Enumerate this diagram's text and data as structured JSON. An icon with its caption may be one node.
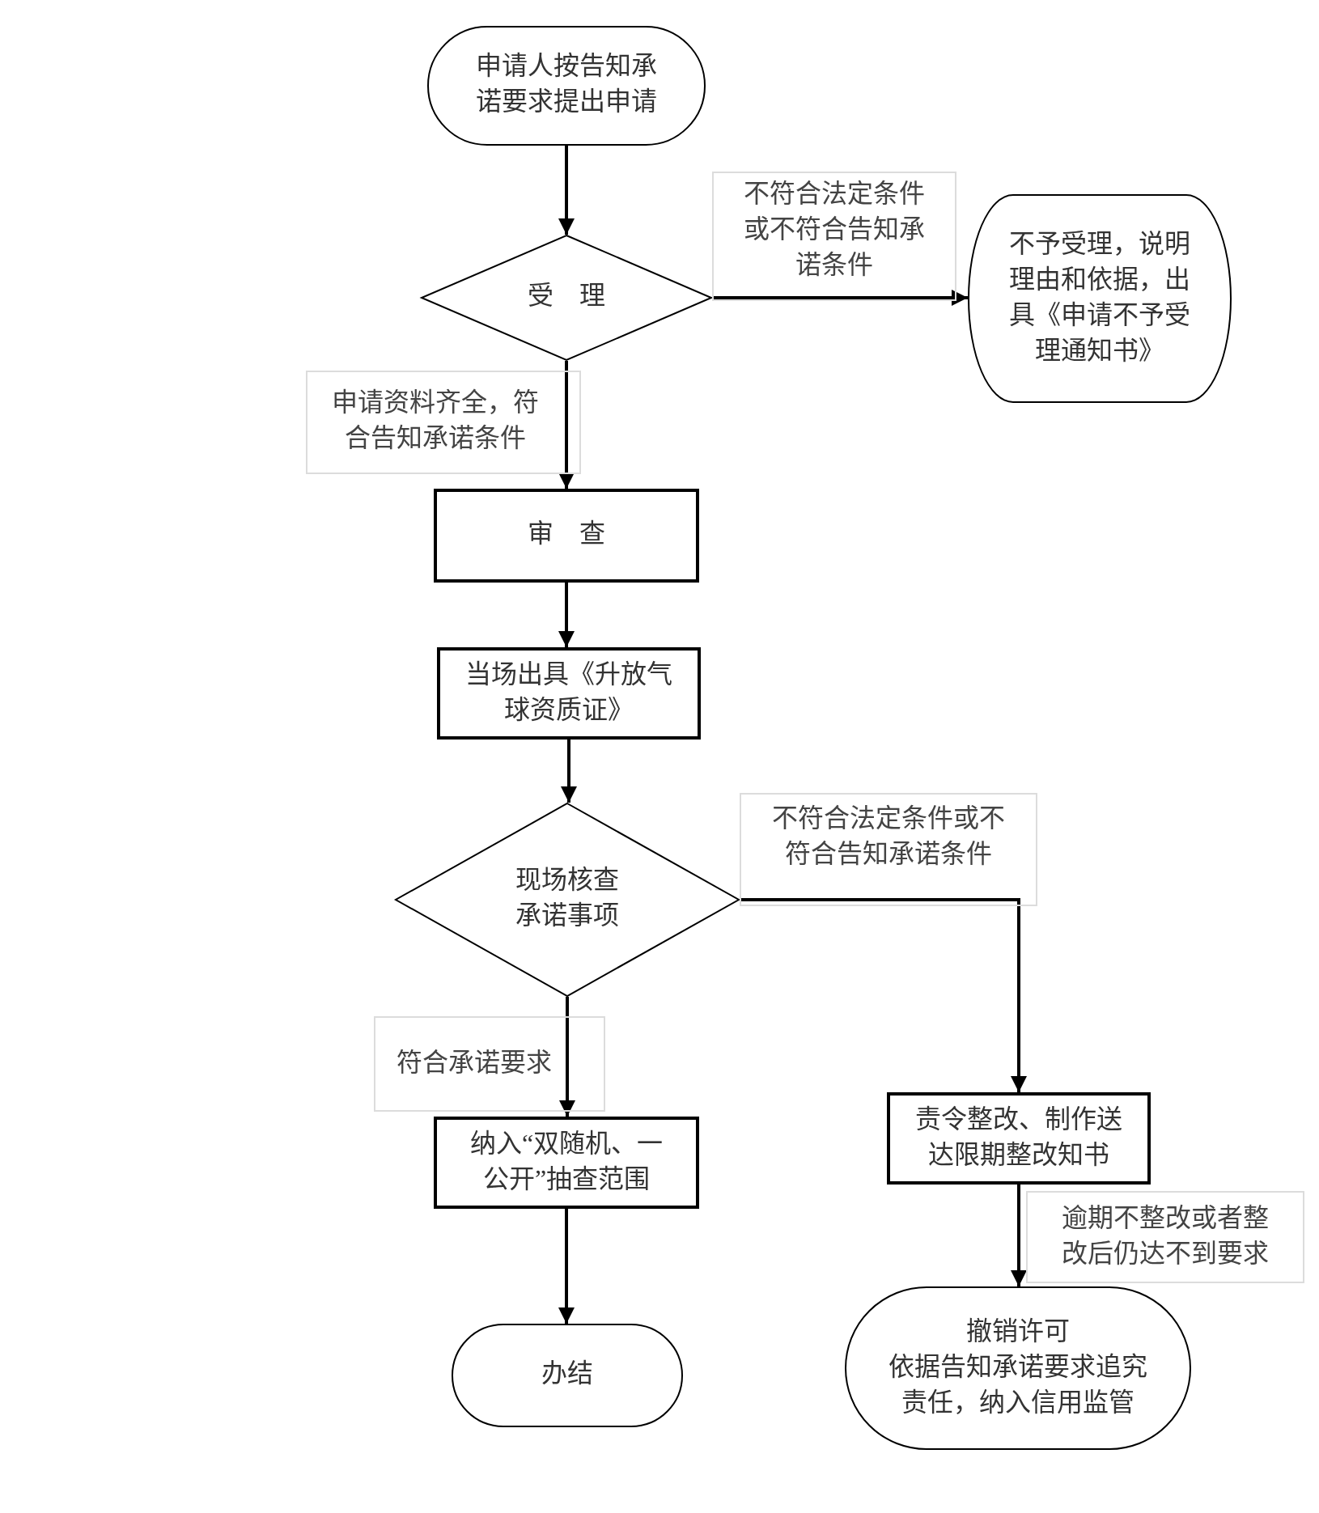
{
  "diagram": {
    "nodes": [
      {
        "text": [
          "申请人按告知承诺要求提出申请"
        ]
      },
      {
        "text": [
          "受　理"
        ]
      },
      {
        "text": [
          "不予受理，说明理由和依据，出具《申请不予受理通知书》"
        ]
      },
      {
        "text": [
          "审　查"
        ]
      },
      {
        "text": [
          "当场出具《升放气球资质证》"
        ]
      },
      {
        "text": [
          "现场核查承诺事项"
        ]
      },
      {
        "text": [
          "纳入“双随机、一公开”抽查范围"
        ]
      },
      {
        "text": [
          "办结"
        ]
      },
      {
        "text": [
          "责令整改、制作送达限期整改知书"
        ]
      },
      {
        "text": [
          "撤销许可",
          "依据告知承诺要求追究责任，纳入信用监管"
        ]
      }
    ],
    "edges": [
      {
        "from": 0,
        "to": 1,
        "arrow": "to"
      },
      {
        "from": 1,
        "to": 2,
        "arrow": "to",
        "label": "不符合法定条件或不符合告知承诺条件"
      },
      {
        "from": 1,
        "to": 3,
        "arrow": "to",
        "label": "申请资料齐全，符合告知承诺条件"
      },
      {
        "from": 3,
        "to": 4,
        "arrow": "to"
      },
      {
        "from": 4,
        "to": 5,
        "arrow": "to"
      },
      {
        "from": 5,
        "to": 8,
        "arrow": "to",
        "label": "不符合法定条件或不符合告知承诺条件"
      },
      {
        "from": 5,
        "to": 6,
        "arrow": "to",
        "label": "符合承诺要求"
      },
      {
        "from": 6,
        "to": 7,
        "arrow": "to"
      },
      {
        "from": 8,
        "to": 9,
        "arrow": "to",
        "label": "逾期不整改或者整改后仍达不到要求"
      }
    ]
  }
}
